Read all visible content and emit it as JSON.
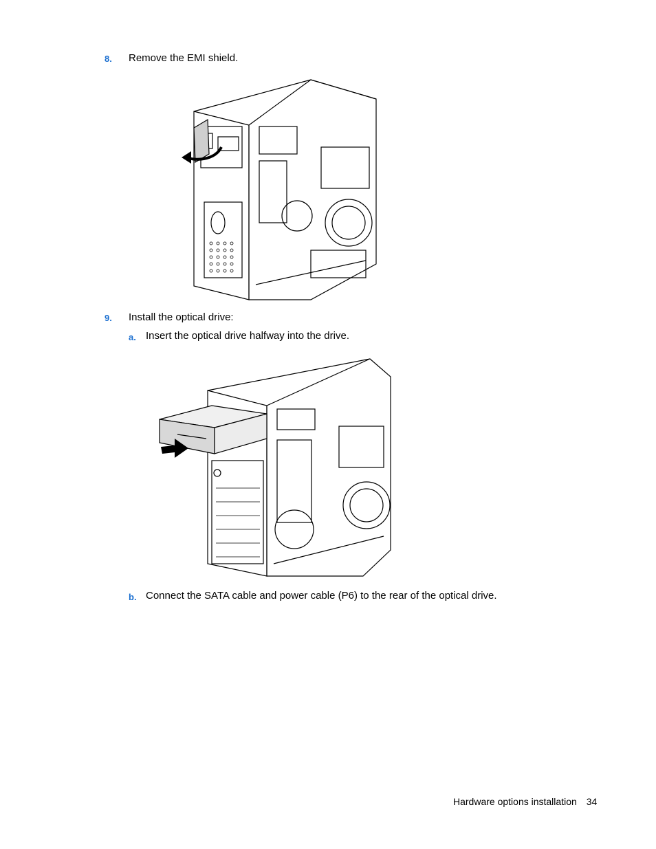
{
  "steps": [
    {
      "number": "8.",
      "text": "Remove the EMI shield."
    },
    {
      "number": "9.",
      "text": "Install the optical drive:"
    }
  ],
  "substeps": [
    {
      "letter": "a.",
      "text": "Insert the optical drive halfway into the drive."
    },
    {
      "letter": "b.",
      "text": "Connect the SATA cable and power cable (P6) to the rear of the optical drive."
    }
  ],
  "footer": {
    "section": "Hardware options installation",
    "page": "34"
  },
  "colors": {
    "accent": "#1b6fd0"
  }
}
